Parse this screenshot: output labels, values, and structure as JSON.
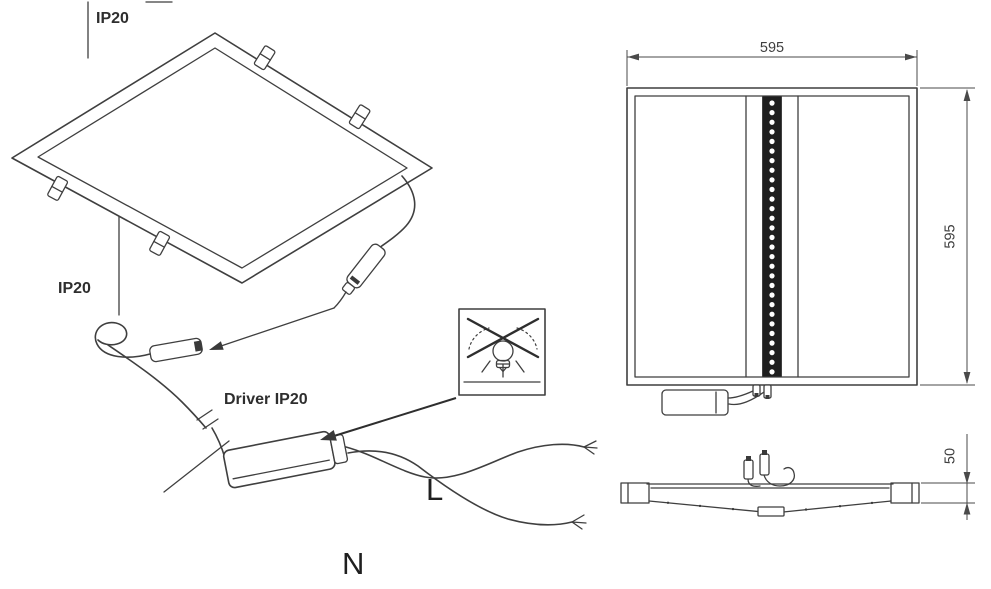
{
  "page": {
    "background": "#ffffff",
    "line_color": "#3f3f3f",
    "led_strip_color": "#1e1e1e",
    "led_dot_color": "#ffffff"
  },
  "iso_view": {
    "label_ip20_top": "IP20",
    "label_ip20_side": "IP20",
    "label_driver": "Driver IP20",
    "label_live": "L",
    "label_neutral": "N"
  },
  "front_view": {
    "dim_width": "595",
    "dim_height": "595"
  },
  "side_view": {
    "dim_depth": "50"
  }
}
